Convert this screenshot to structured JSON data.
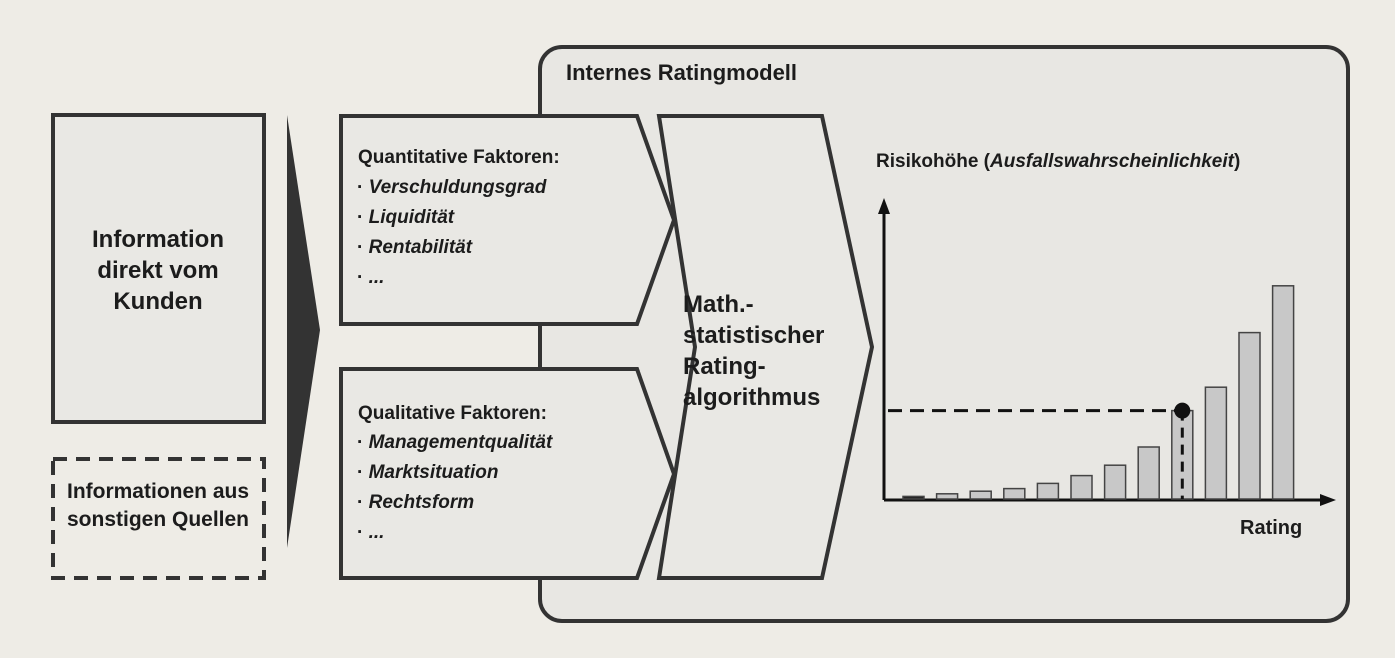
{
  "rating_model": {
    "title": "Internes Ratingmodell"
  },
  "sources": {
    "direct": "Information direkt vom Kunden",
    "other": "Informationen aus sonstigen Quellen"
  },
  "factors": {
    "quantitative": {
      "title": "Quantitative Faktoren:",
      "items": [
        "Verschuldungsgrad",
        "Liquidität",
        "Rentabilität",
        "..."
      ]
    },
    "qualitative": {
      "title": "Qualitative Faktoren:",
      "items": [
        "Managementqualität",
        "Marktsituation",
        "Rechtsform",
        "..."
      ]
    }
  },
  "algorithm": {
    "label": "Math.- statistischer Rating- algorithmus"
  },
  "chart_data": {
    "type": "bar",
    "title_prefix": "Risikohöhe (",
    "title_italic": "Ausfallswahrscheinlichkeit",
    "title_suffix": ")",
    "ylabel": "Risikohöhe (Ausfallswahrscheinlichkeit)",
    "xlabel": "Rating",
    "values": [
      1,
      2,
      3,
      4,
      6,
      9,
      13,
      20,
      34,
      43,
      64,
      82
    ],
    "highlight_index": 8,
    "ylim": [
      0,
      115
    ],
    "grid": false,
    "bar_color": "#c8c8c8",
    "highlight_line": "dashed"
  },
  "colors": {
    "background": "#eeece6",
    "panel": "#e8e7e3",
    "stroke": "#333333",
    "text": "#1c1c1c"
  }
}
